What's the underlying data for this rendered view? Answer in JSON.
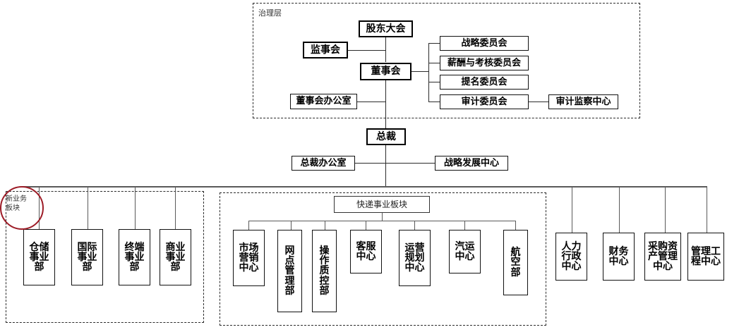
{
  "diagram": {
    "title_governance_panel": "治理层",
    "title_express_panel": "快递事业板块",
    "annotation_new_business": "新业务\n板块",
    "accent_color": "#9d1c27",
    "line_color": "#5a5a5a",
    "text_color": "#000000"
  },
  "governance": {
    "shareholders_meeting": "股东大会",
    "board_of_supervisors": "监事会",
    "board_of_directors": "董事会",
    "board_office": "董事会办公室",
    "committees": [
      {
        "label": "战略委员会"
      },
      {
        "label": "薪酬与考核委员会"
      },
      {
        "label": "提名委员会"
      },
      {
        "label": "审计委员会"
      }
    ],
    "audit_supervision_center": "审计监察中心"
  },
  "executive": {
    "president": "总裁",
    "president_office": "总裁办公室",
    "strategy_development_center": "战略发展中心"
  },
  "new_business_segment": {
    "units": [
      {
        "label": "仓储\n事业\n部"
      },
      {
        "label": "国际\n事业\n部"
      },
      {
        "label": "终端\n事业\n部"
      },
      {
        "label": "商业\n事业\n部"
      }
    ]
  },
  "express_segment": {
    "header": "快递事业板块",
    "units": [
      {
        "label": "市场\n营销\n中心"
      },
      {
        "label": "网\n点\n管\n理\n部"
      },
      {
        "label": "操\n作\n质\n控\n部"
      },
      {
        "label": "客服\n中心"
      },
      {
        "label": "运营\n规划\n中心"
      },
      {
        "label": "汽运\n中心"
      },
      {
        "label": "航\n空\n部"
      }
    ]
  },
  "support_functions": {
    "units": [
      {
        "label": "人力\n行政\n中心"
      },
      {
        "label": "财务\n中心"
      },
      {
        "label": "采购资\n产管理\n中心"
      },
      {
        "label": "管理工\n程中心"
      }
    ]
  }
}
